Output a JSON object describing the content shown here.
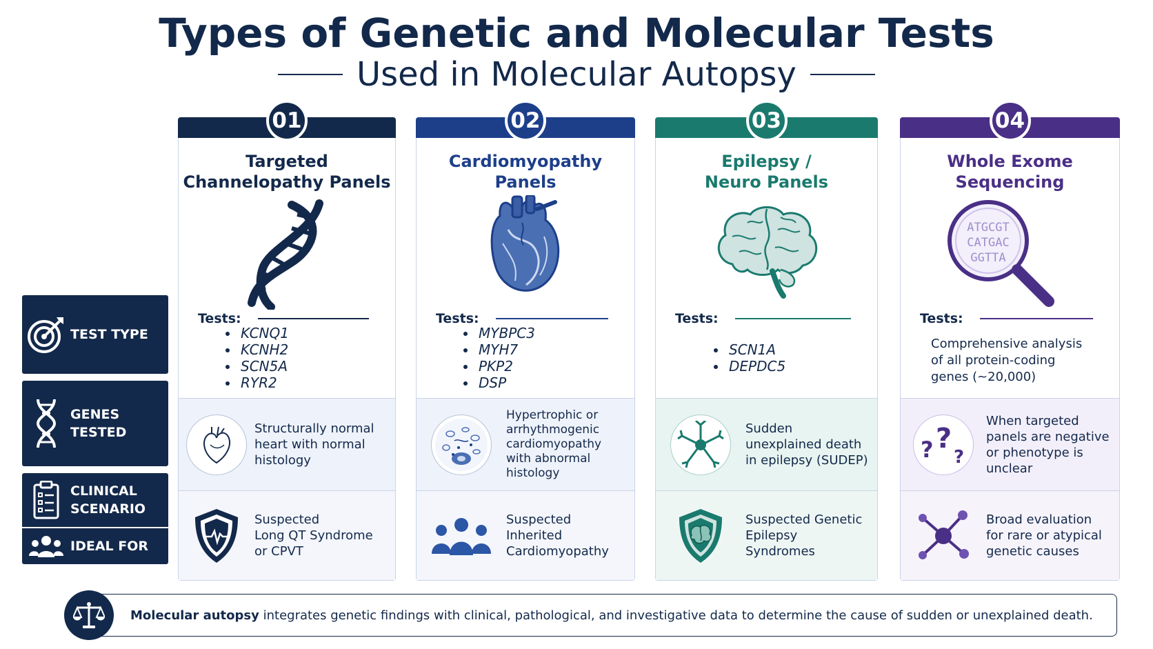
{
  "header": {
    "title": "Types of Genetic and Molecular Tests",
    "subtitle": "Used in Molecular Autopsy"
  },
  "legend": [
    {
      "label": "TEST TYPE",
      "icon": "target-icon"
    },
    {
      "label": "GENES\nTESTED",
      "icon": "dna-icon"
    },
    {
      "label": "CLINICAL\nSCENARIO",
      "icon": "clipboard-icon"
    },
    {
      "label": "IDEAL FOR",
      "icon": "people-icon"
    }
  ],
  "tests_label": "Tests:",
  "columns": [
    {
      "number": "01",
      "title": "Targeted\nChannelopathy Panels",
      "color": "#13294b",
      "icon": "dna-helix-icon",
      "genes": [
        "KCNQ1",
        "KCNH2",
        "SCN5A",
        "RYR2"
      ],
      "scenario": "Structurally normal\nheart with normal\nhistology",
      "scenario_icon": "heart-outline-icon",
      "ideal_for": "Suspected\nLong QT Syndrome\nor CPVT",
      "ideal_icon": "shield-heartbeat-icon"
    },
    {
      "number": "02",
      "title": "Cardiomyopathy\nPanels",
      "color": "#1d3f8a",
      "icon": "anatomical-heart-icon",
      "genes": [
        "MYBPC3",
        "MYH7",
        "PKP2",
        "DSP"
      ],
      "scenario": "Hypertrophic or\narrhythmogenic\ncardiomyopathy\nwith abnormal\nhistology",
      "scenario_icon": "histology-icon",
      "ideal_for": "Suspected\nInherited\nCardiomyopathy",
      "ideal_icon": "family-icon"
    },
    {
      "number": "03",
      "title": "Epilepsy /\nNeuro Panels",
      "color": "#1a7a6e",
      "icon": "brain-icon",
      "genes": [
        "SCN1A",
        "DEPDC5"
      ],
      "scenario": "Sudden\nunexplained death\nin epilepsy (SUDEP)",
      "scenario_icon": "neuron-icon",
      "ideal_for": "Suspected Genetic\nEpilepsy\nSyndromes",
      "ideal_icon": "shield-brain-icon"
    },
    {
      "number": "04",
      "title": "Whole Exome\nSequencing",
      "color": "#4a2f86",
      "icon": "magnifier-sequence-icon",
      "magnifier_text": [
        "ATGCGT",
        "CATGAC",
        "GGTTA"
      ],
      "tests_text": "Comprehensive analysis\nof all protein-coding\ngenes (~20,000)",
      "scenario": "When targeted\npanels are negative\nor phenotype is\nunclear",
      "scenario_icon": "question-marks-icon",
      "ideal_for": "Broad evaluation\nfor rare or atypical\ngenetic causes",
      "ideal_icon": "network-icon"
    }
  ],
  "banner": {
    "bold": "Molecular autopsy",
    "text": " integrates genetic findings with clinical, pathological, and investigative data to determine the cause of sudden or unexplained death.",
    "icon": "scales-icon"
  }
}
